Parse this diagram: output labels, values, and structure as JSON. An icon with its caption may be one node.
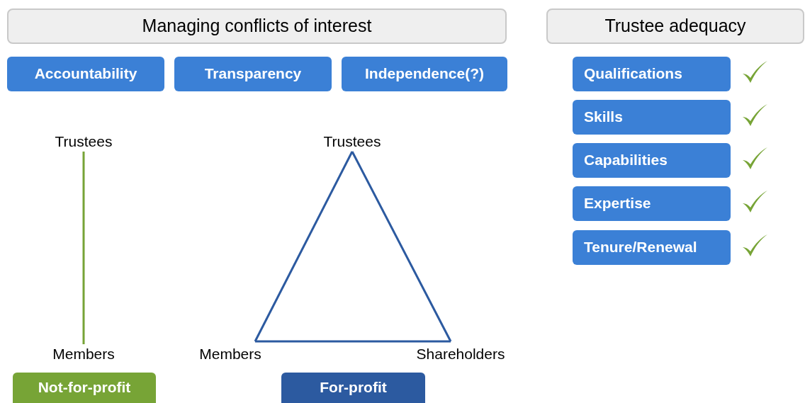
{
  "diagram": {
    "nodes": [
      {
        "text": [
          "Managing conflicts of interest"
        ]
      },
      {
        "text": [
          "Accountability"
        ]
      },
      {
        "text": [
          "Transparency"
        ]
      },
      {
        "text": [
          "Independence(?)"
        ]
      },
      {
        "text": [
          "Trustees"
        ]
      },
      {
        "text": [
          "Members"
        ]
      },
      {
        "text": [
          "Trustees"
        ]
      },
      {
        "text": [
          "Members"
        ]
      },
      {
        "text": [
          "Shareholders"
        ]
      },
      {
        "text": [
          "Not-for-profit"
        ]
      },
      {
        "text": [
          "For-profit"
        ]
      },
      {
        "text": [
          "Trustee adequacy"
        ]
      },
      {
        "text": [
          "Qualifications"
        ]
      },
      {
        "text": [
          "Skills"
        ]
      },
      {
        "text": [
          "Capabilities"
        ]
      },
      {
        "text": [
          "Expertise"
        ]
      },
      {
        "text": [
          "Tenure/Renewal"
        ]
      }
    ],
    "edges": [
      {
        "from": 4,
        "to": 5,
        "arrow": "none",
        "color": "#77a436"
      },
      {
        "from": 6,
        "to": 7,
        "arrow": "none"
      },
      {
        "from": 6,
        "to": 8,
        "arrow": "none"
      },
      {
        "from": 7,
        "to": 8,
        "arrow": "none"
      }
    ]
  }
}
